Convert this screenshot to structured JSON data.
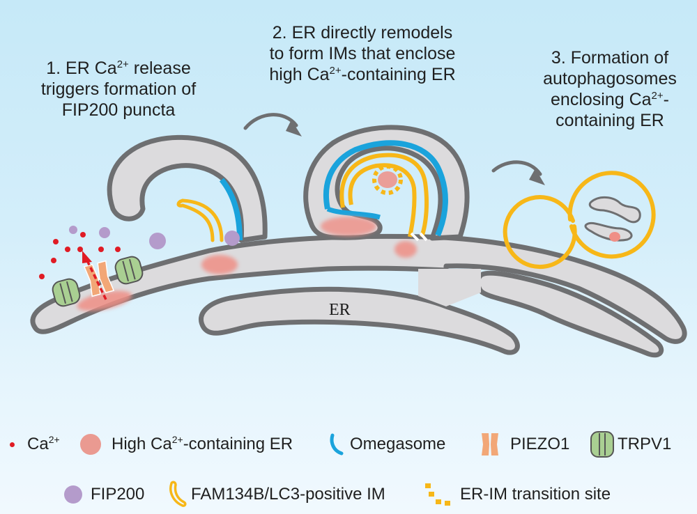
{
  "steps": [
    {
      "number": "1.",
      "line1_pre": "ER Ca",
      "line1_sup": "2+",
      "line1_post": " release",
      "line2": "triggers formation of",
      "line3": "FIP200 puncta"
    },
    {
      "number": "2.",
      "line1": "ER directly remodels",
      "line2": "to form IMs that enclose",
      "line3_pre": "high Ca",
      "line3_sup": "2+",
      "line3_post": "-containing ER"
    },
    {
      "number": "3.",
      "line1": "Formation of",
      "line2": "autophagosomes",
      "line3_pre": "enclosing Ca",
      "line3_sup": "2+",
      "line3_post": "-",
      "line4": "containing ER"
    }
  ],
  "diagram": {
    "er_label": "ER",
    "colors": {
      "er_fill": "#dcdbdd",
      "er_outline": "#6e6f71",
      "omegasome": "#1aa3dc",
      "im": "#f7b718",
      "fip200": "#b49bcb",
      "ca_dot": "#e01b24",
      "high_ca_er": "#ef8f86",
      "piezo1": "#f2a777",
      "trpv1": "#a9cf92",
      "arrow": "#6e6f71"
    }
  },
  "legend": {
    "row1": [
      {
        "icon": "calcium-dot-icon",
        "label_pre": "Ca",
        "label_sup": "2+",
        "label_post": ""
      },
      {
        "icon": "high-calcium-er-icon",
        "label_pre": "High Ca",
        "label_sup": "2+",
        "label_post": "-containing ER"
      },
      {
        "icon": "omegasome-icon",
        "label": "Omegasome"
      },
      {
        "icon": "piezo1-icon",
        "label": "PIEZO1"
      },
      {
        "icon": "trpv1-icon",
        "label": "TRPV1"
      }
    ],
    "row2": [
      {
        "icon": "fip200-icon",
        "label": "FIP200"
      },
      {
        "icon": "im-icon",
        "label": "FAM134B/LC3-positive IM"
      },
      {
        "icon": "transition-site-icon",
        "label": "ER-IM transition site"
      }
    ]
  }
}
